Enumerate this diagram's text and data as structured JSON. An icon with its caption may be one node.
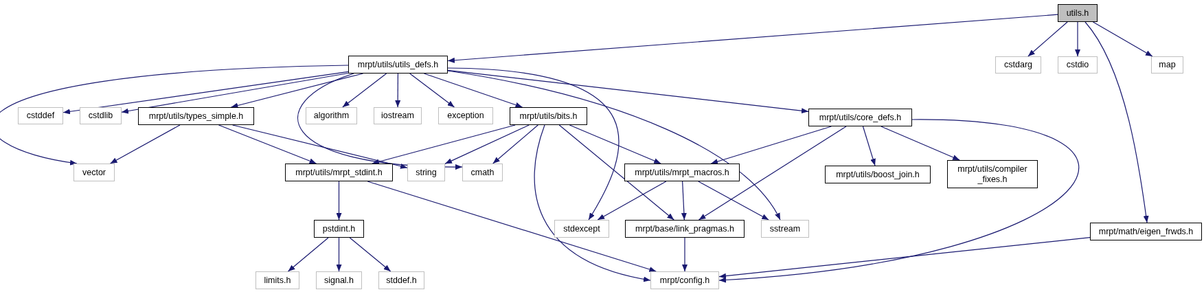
{
  "diagram": {
    "nodes": [
      {
        "text": [
          "utils.h"
        ]
      },
      {
        "text": [
          "mrpt/utils/utils_defs.h"
        ]
      },
      {
        "text": [
          "cstdarg"
        ]
      },
      {
        "text": [
          "cstdio"
        ]
      },
      {
        "text": [
          "map"
        ]
      },
      {
        "text": [
          "cstddef"
        ]
      },
      {
        "text": [
          "cstdlib"
        ]
      },
      {
        "text": [
          "mrpt/utils/types_simple.h"
        ]
      },
      {
        "text": [
          "algorithm"
        ]
      },
      {
        "text": [
          "iostream"
        ]
      },
      {
        "text": [
          "exception"
        ]
      },
      {
        "text": [
          "mrpt/utils/bits.h"
        ]
      },
      {
        "text": [
          "mrpt/utils/core_defs.h"
        ]
      },
      {
        "text": [
          "vector"
        ]
      },
      {
        "text": [
          "mrpt/utils/mrpt_stdint.h"
        ]
      },
      {
        "text": [
          "string"
        ]
      },
      {
        "text": [
          "cmath"
        ]
      },
      {
        "text": [
          "mrpt/utils/mrpt_macros.h"
        ]
      },
      {
        "text": [
          "mrpt/utils/boost_join.h"
        ]
      },
      {
        "text": [
          "mrpt/utils/compiler _fixes.h"
        ]
      },
      {
        "text": [
          "pstdint.h"
        ]
      },
      {
        "text": [
          "stdexcept"
        ]
      },
      {
        "text": [
          "mrpt/base/link_pragmas.h"
        ]
      },
      {
        "text": [
          "sstream"
        ]
      },
      {
        "text": [
          "mrpt/math/eigen_frwds.h"
        ]
      },
      {
        "text": [
          "limits.h"
        ]
      },
      {
        "text": [
          "signal.h"
        ]
      },
      {
        "text": [
          "stddef.h"
        ]
      },
      {
        "text": [
          "mrpt/config.h"
        ]
      }
    ],
    "edges": [
      {
        "from": 0,
        "to": 1,
        "arrow": "to"
      },
      {
        "from": 0,
        "to": 2,
        "arrow": "to"
      },
      {
        "from": 0,
        "to": 3,
        "arrow": "to"
      },
      {
        "from": 0,
        "to": 4,
        "arrow": "to"
      },
      {
        "from": 0,
        "to": 24,
        "arrow": "to"
      },
      {
        "from": 1,
        "to": 13,
        "arrow": "to"
      },
      {
        "from": 1,
        "to": 5,
        "arrow": "to"
      },
      {
        "from": 1,
        "to": 6,
        "arrow": "to"
      },
      {
        "from": 1,
        "to": 7,
        "arrow": "to"
      },
      {
        "from": 1,
        "to": 16,
        "arrow": "to"
      },
      {
        "from": 1,
        "to": 8,
        "arrow": "to"
      },
      {
        "from": 1,
        "to": 9,
        "arrow": "to"
      },
      {
        "from": 1,
        "to": 10,
        "arrow": "to"
      },
      {
        "from": 1,
        "to": 11,
        "arrow": "to"
      },
      {
        "from": 1,
        "to": 21,
        "arrow": "to"
      },
      {
        "from": 1,
        "to": 23,
        "arrow": "to"
      },
      {
        "from": 1,
        "to": 12,
        "arrow": "to"
      },
      {
        "from": 7,
        "to": 13,
        "arrow": "to"
      },
      {
        "from": 7,
        "to": 14,
        "arrow": "to"
      },
      {
        "from": 7,
        "to": 15,
        "arrow": "to"
      },
      {
        "from": 11,
        "to": 14,
        "arrow": "to"
      },
      {
        "from": 11,
        "to": 15,
        "arrow": "to"
      },
      {
        "from": 11,
        "to": 16,
        "arrow": "to"
      },
      {
        "from": 11,
        "to": 28,
        "arrow": "to"
      },
      {
        "from": 11,
        "to": 22,
        "arrow": "to"
      },
      {
        "from": 11,
        "to": 17,
        "arrow": "to"
      },
      {
        "from": 12,
        "to": 17,
        "arrow": "to"
      },
      {
        "from": 12,
        "to": 22,
        "arrow": "to"
      },
      {
        "from": 12,
        "to": 18,
        "arrow": "to"
      },
      {
        "from": 12,
        "to": 19,
        "arrow": "to"
      },
      {
        "from": 12,
        "to": 28,
        "arrow": "to"
      },
      {
        "from": 14,
        "to": 20,
        "arrow": "to"
      },
      {
        "from": 14,
        "to": 28,
        "arrow": "to"
      },
      {
        "from": 20,
        "to": 25,
        "arrow": "to"
      },
      {
        "from": 20,
        "to": 26,
        "arrow": "to"
      },
      {
        "from": 20,
        "to": 27,
        "arrow": "to"
      },
      {
        "from": 17,
        "to": 21,
        "arrow": "to"
      },
      {
        "from": 17,
        "to": 22,
        "arrow": "to"
      },
      {
        "from": 17,
        "to": 23,
        "arrow": "to"
      },
      {
        "from": 22,
        "to": 28,
        "arrow": "to"
      },
      {
        "from": 24,
        "to": 28,
        "arrow": "to"
      }
    ]
  }
}
